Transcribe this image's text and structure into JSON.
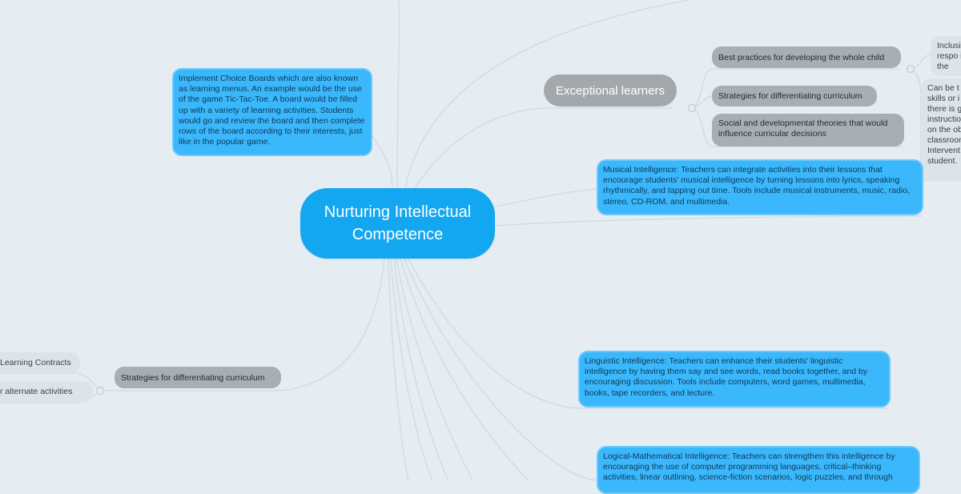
{
  "central": "Nurturing Intellectual Competence",
  "choice_boards": "Implement Choice Boards which are also known as learning menus. An example would be the use of the game Tic-Tac-Toe. A board would be filled up with a variety of learning activities. Students would go and review the board and then complete rows of the board according to their interests, just like in the popular game.",
  "exceptional": {
    "title": "Exceptional learners",
    "children": [
      "Best practices for developing the whole child",
      "Strategies for differentiating curriculum",
      "Social and developmental theories that would influence curricular decisions"
    ],
    "sub_inclusion": "Inclusi respo in the",
    "sub_can_be": "Can be t skills or i there is g instructio on the ob classroom Intervent student."
  },
  "musical": "Musical Intelligence:  Teachers can integrate activities into their lessons that encourage students' musical intelligence by turning lessons into lyrics, speaking rhythmically, and tapping out time. Tools include musical instruments, music, radio, stereo, CD-ROM, and multimedia.",
  "strategies_left": {
    "title": "Strategies for differentiating curriculum",
    "children": [
      "Learning Contracts",
      "r alternate activities"
    ]
  },
  "linguistic": "Linguistic Intelligence: Teachers can enhance their students' linguistic intelligence by having them say and see words, read books together, and by encouraging discussion. Tools include computers, word games, multimedia, books, tape recorders, and lecture.",
  "logical": "Logical-Mathematical Intelligence: Teachers can strengthen this intelligence by encouraging the use of computer programming languages, critical–thinking activities, linear outlining, science-fiction scenarios, logic puzzles, and through"
}
